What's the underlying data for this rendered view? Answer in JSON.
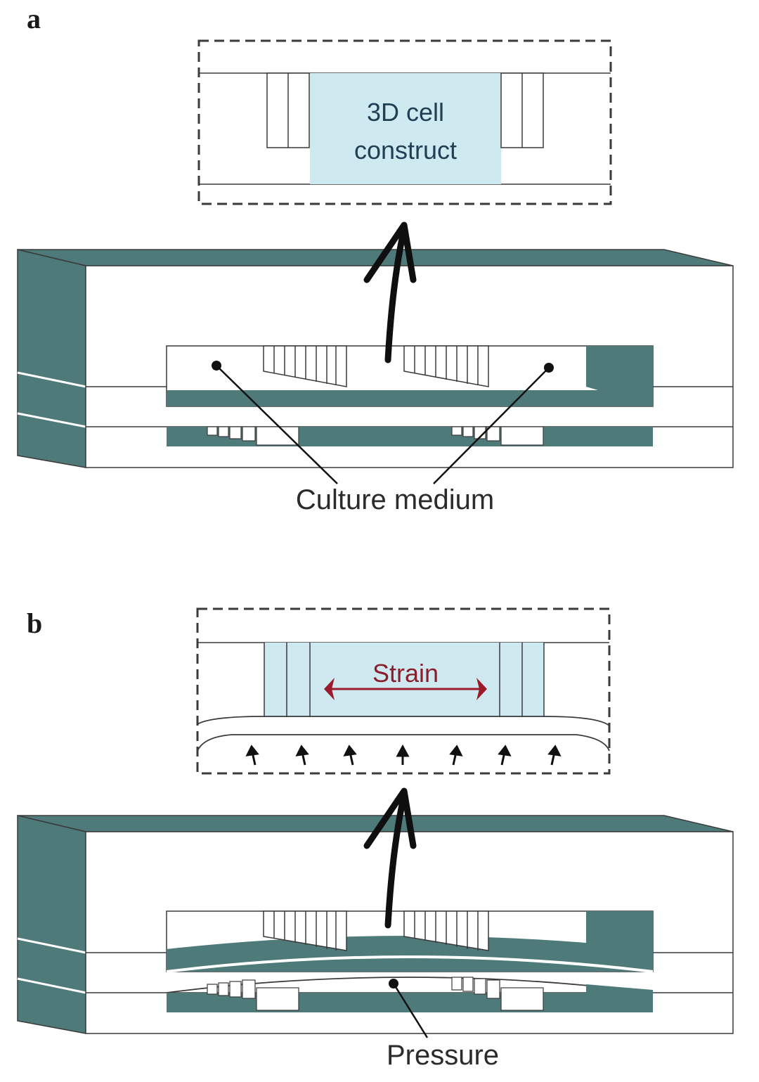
{
  "panels": {
    "a": {
      "letter": "a",
      "inset_label_line1": "3D cell",
      "inset_label_line2": "construct",
      "callout": "Culture medium"
    },
    "b": {
      "letter": "b",
      "inset_label": "Strain",
      "callout": "Pressure"
    }
  },
  "colors": {
    "device_teal": "#4f7a7a",
    "cell_construct": "#cfe9f1",
    "strain_arrow": "#9b1b2a",
    "outline": "#3a3a3a"
  }
}
